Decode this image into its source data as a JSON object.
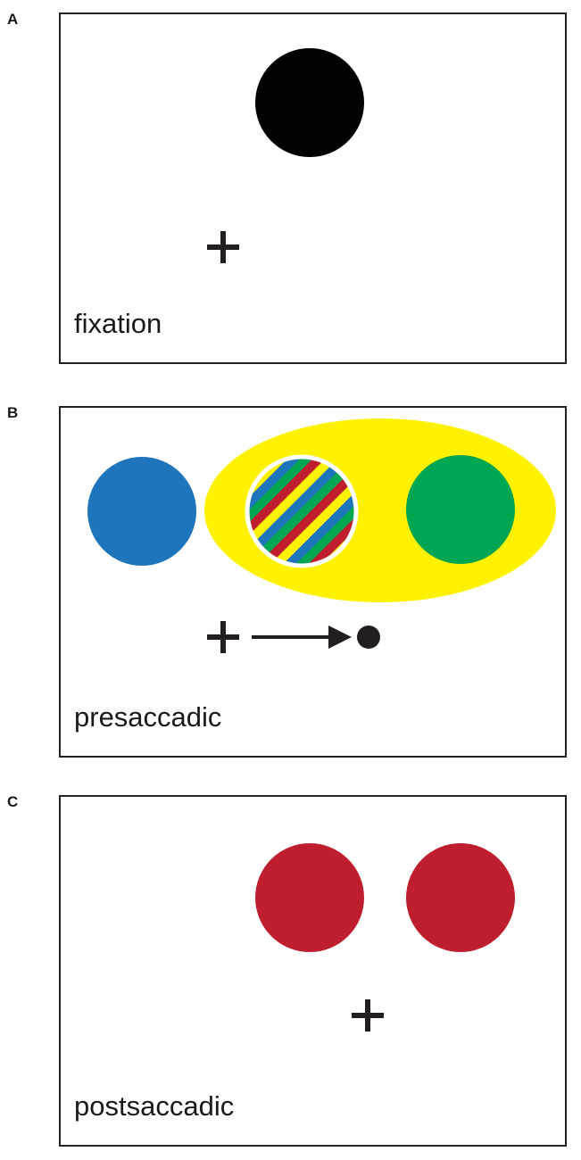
{
  "colors": {
    "black": "#000000",
    "cross": "#231f20",
    "blue": "#1f75bc",
    "green": "#00a651",
    "yellow": "#fff200",
    "red": "#be1e2d",
    "white": "#ffffff"
  },
  "panels": [
    {
      "letter": "A",
      "label": "fixation"
    },
    {
      "letter": "B",
      "label": "presaccadic"
    },
    {
      "letter": "C",
      "label": "postsaccadic"
    }
  ]
}
